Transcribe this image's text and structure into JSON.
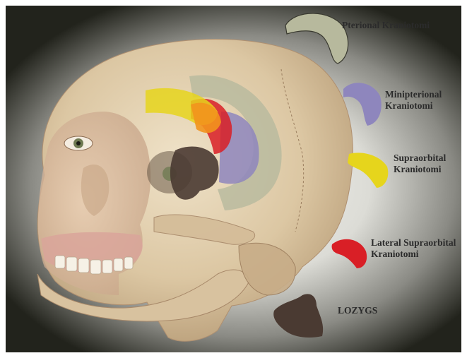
{
  "craniotomies": [
    {
      "id": "pterional",
      "label": "Pterional Kraniotomi",
      "color": "#b7b99d"
    },
    {
      "id": "minipterional",
      "label": "Minipterional\nKraniotomi",
      "color": "#8e86bd"
    },
    {
      "id": "supraorbital",
      "label": "Supraorbital\nKraniotomi",
      "color": "#e6d51c"
    },
    {
      "id": "lateral-supraorbital",
      "label": "Lateral Supraorbital\nKraniotomi",
      "color": "#d91f26"
    },
    {
      "id": "lozygs",
      "label": "LOZYGS",
      "color": "#4a3a32"
    }
  ]
}
